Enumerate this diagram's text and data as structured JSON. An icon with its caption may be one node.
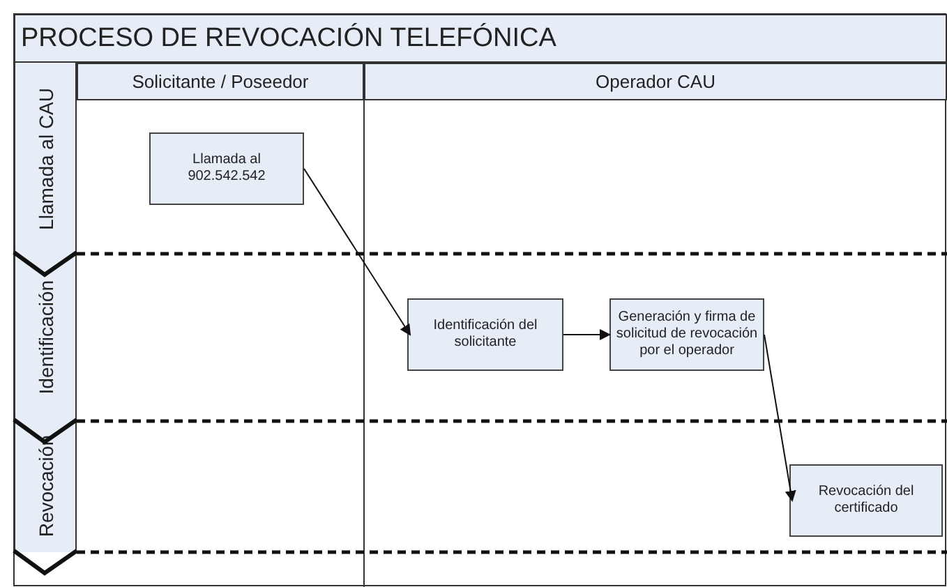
{
  "diagram": {
    "title": "PROCESO DE REVOCACIÓN TELEFÓNICA",
    "nodes": [
      {
        "text": [
          "Solicitante / Poseedor"
        ]
      },
      {
        "text": [
          "Operador CAU"
        ]
      },
      {
        "text": [
          "Llamada al CAU"
        ]
      },
      {
        "text": [
          "Identificación"
        ]
      },
      {
        "text": [
          "Revocación"
        ]
      },
      {
        "text": [
          "Llamada al 902.542.542"
        ]
      },
      {
        "text": [
          "Identificación del solicitante"
        ]
      },
      {
        "text": [
          "Generación y firma de solicitud de revocación por el operador"
        ]
      },
      {
        "text": [
          "Revocación del certificado"
        ]
      }
    ],
    "edges": [
      {
        "from": 5,
        "to": 6,
        "arrow": "to"
      },
      {
        "from": 6,
        "to": 7,
        "arrow": "to"
      },
      {
        "from": 7,
        "to": 8,
        "arrow": "to"
      }
    ]
  }
}
